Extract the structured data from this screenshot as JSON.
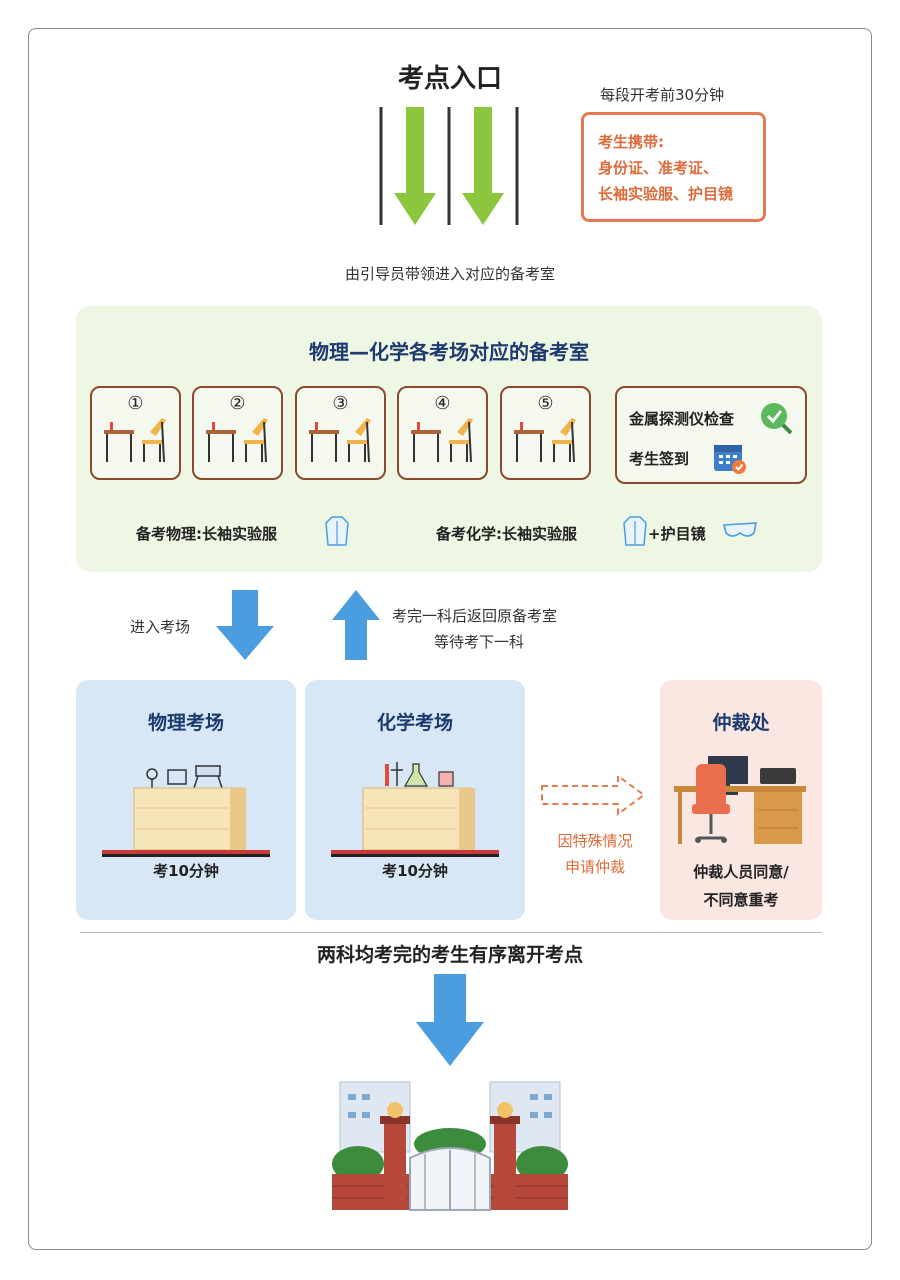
{
  "entrance": {
    "title": "考点入口",
    "time_note": "每段开考前30分钟",
    "carry_title": "考生携带:",
    "carry_items": [
      "身份证、准考证、",
      "长袖实验服、护目镜"
    ],
    "guide_text": "由引导员带领进入对应的备考室"
  },
  "prep_area": {
    "title": "物理—化学各考场对应的备考室",
    "rooms": [
      "①",
      "②",
      "③",
      "④",
      "⑤"
    ],
    "checks": [
      "金属探测仪检查",
      "考生签到"
    ],
    "physics_requirement": "备考物理:长袖实验服",
    "chemistry_requirement": "备考化学:长袖实验服",
    "chemistry_extra": "+护目镜"
  },
  "flow": {
    "enter_label": "进入考场",
    "return_lines": [
      "考完一科后返回原备考室",
      "等待考下一科"
    ]
  },
  "exam_rooms": [
    {
      "title": "物理考场",
      "duration": "考10分钟"
    },
    {
      "title": "化学考场",
      "duration": "考10分钟"
    }
  ],
  "arbitration": {
    "title": "仲裁处",
    "appeal_lines": [
      "因特殊情况",
      "申请仲裁"
    ],
    "result_lines": [
      "仲裁人员同意/",
      "不同意重考"
    ]
  },
  "exit": {
    "text": "两科均考完的考生有序离开考点"
  },
  "colors": {
    "green_arrow": "#8cc63e",
    "blue_arrow": "#4a9ee0",
    "orange_accent": "#e47a52",
    "navy_title": "#1d3a6e",
    "green_panel": "#eef6e4",
    "blue_card": "#d7e7f6",
    "pink_card": "#fbe7e2"
  }
}
